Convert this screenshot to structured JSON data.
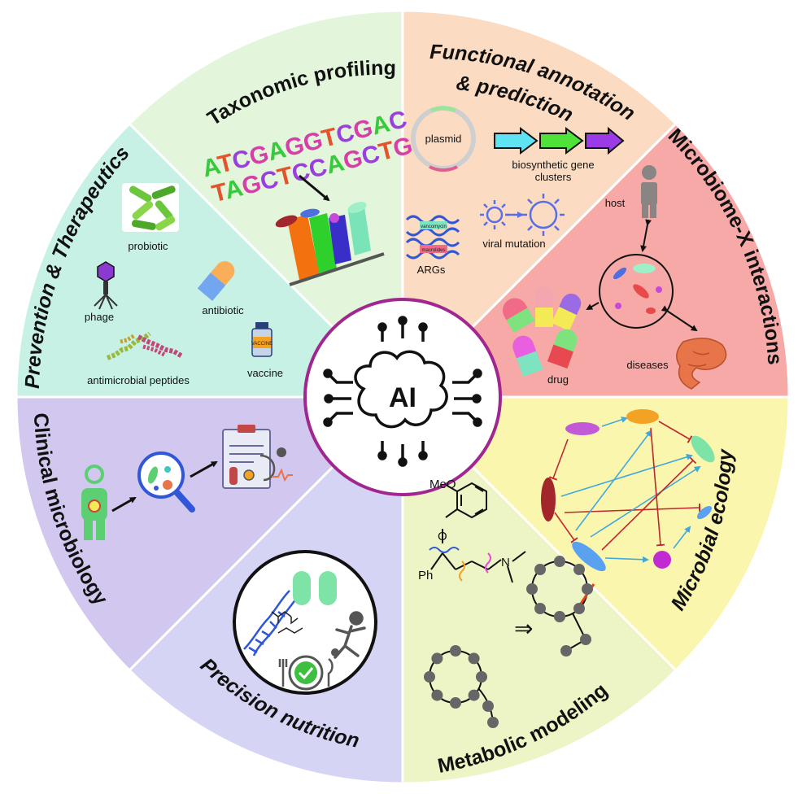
{
  "center": {
    "label": "AI"
  },
  "sectors": {
    "taxonomic": {
      "title": "Taxonomic profiling",
      "seq_top": [
        "A",
        "T",
        "C",
        "G",
        "A",
        "G",
        "G",
        "T",
        "C",
        "G",
        "A",
        "C"
      ],
      "seq_bottom": [
        "T",
        "A",
        "G",
        "C",
        "T",
        "C",
        "C",
        "A",
        "G",
        "C",
        "T",
        "G"
      ]
    },
    "functional": {
      "title_line1": "Functional annotation",
      "title_line2": "& prediction",
      "plasmid": "plasmid",
      "bgc_line1": "biosynthetic gene",
      "bgc_line2": "clusters",
      "args": "ARGs",
      "viral": "viral mutation",
      "vancomycin": "vancomycin",
      "macrolides": "macrolides"
    },
    "microbiome_x": {
      "title": "Microbiome-X interactions",
      "host": "host",
      "drug": "drug",
      "diseases": "diseases"
    },
    "ecology": {
      "title": "Microbial ecology"
    },
    "metabolic": {
      "title": "Metabolic modeling",
      "meo": "MeO",
      "o": "O",
      "ph": "Ph",
      "n": "N"
    },
    "nutrition": {
      "title": "Precision nutrition"
    },
    "clinical": {
      "title": "Clinical microbiology"
    },
    "prevention": {
      "title": "Prevention & Therapeutics",
      "probiotic": "probiotic",
      "phage": "phage",
      "antibiotic": "antibiotic",
      "amp": "antimicrobial peptides",
      "vaccine": "vaccine",
      "vaccine_label": "VACCINE"
    }
  },
  "colors": {
    "taxonomic": "#e3f6dc",
    "functional": "#fbdcc3",
    "microbiome_x": "#f6a9a6",
    "ecology": "#fbf6ae",
    "metabolic": "#edf4c5",
    "nutrition": "#d6d4f4",
    "clinical": "#d2c7ee",
    "prevention": "#c8f1e6",
    "center_ring": "#a0278f"
  },
  "seq_colors": {
    "A": "#38c93c",
    "T": "#e2542b",
    "C": "#9a3ee0",
    "G": "#d63ea8"
  }
}
